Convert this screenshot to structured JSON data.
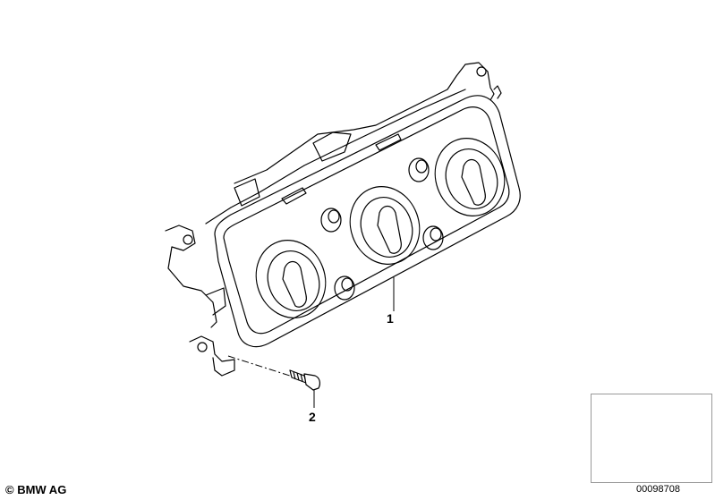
{
  "parts": {
    "callout_1": "1",
    "callout_2": "2"
  },
  "footer": {
    "copyright": "© BMW AG",
    "image_number": "00098708"
  },
  "icons": {
    "main_part": "heater-control-panel-icon",
    "screw": "screw-icon",
    "vehicle": "car-thumbnail-icon"
  }
}
